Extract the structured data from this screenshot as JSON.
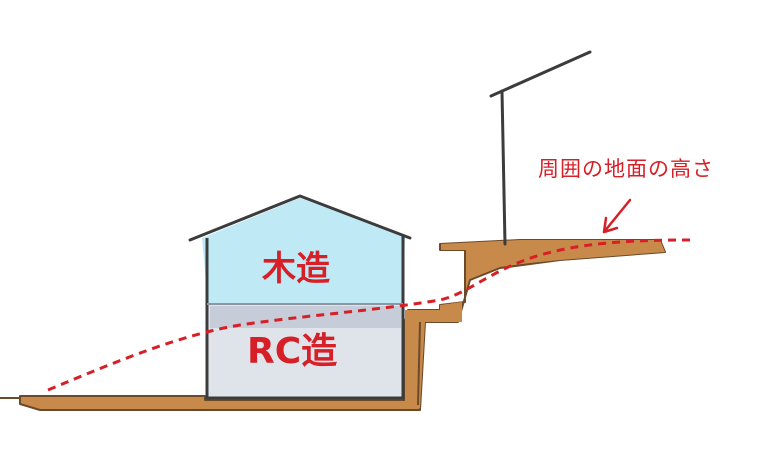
{
  "labels": {
    "upper_floor": "木造",
    "lower_floor": "RC造",
    "ground_level": "周囲の地面の高さ"
  },
  "colors": {
    "ground": "#c88a4a",
    "ground_outline": "#6b4a2b",
    "upper_fill": "#bfe9f5",
    "lower_fill": "#dfe3ea",
    "building_outline": "#3c3c3c",
    "annotation": "#d61f26"
  }
}
